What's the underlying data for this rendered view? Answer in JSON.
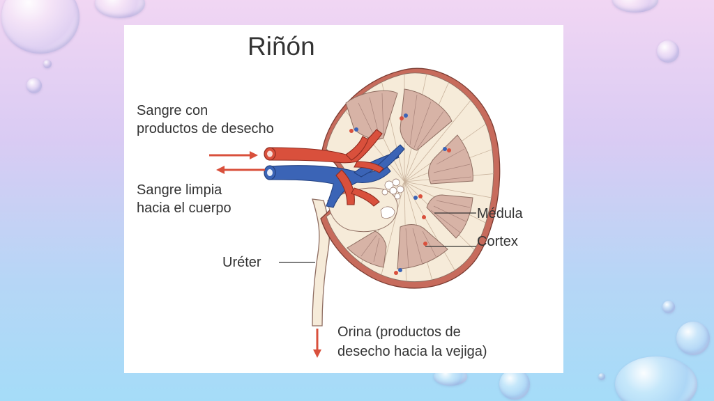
{
  "diagram": {
    "title": "Riñón",
    "labels": {
      "blood_in_line1": "Sangre con",
      "blood_in_line2": "productos de desecho",
      "blood_out_line1": "Sangre limpia",
      "blood_out_line2": "hacia el cuerpo",
      "medulla": "Médula",
      "cortex": "Cortex",
      "ureter": "Uréter",
      "urine_line1": "Orina (productos de",
      "urine_line2": "desecho hacia la vejiga)"
    }
  },
  "colors": {
    "artery": "#d9503c",
    "vein": "#3b64b6",
    "capsule": "#c76b5c",
    "cortex": "#f6ebd9",
    "pyramid": "#d7b3a6",
    "arrow": "#d9503c",
    "text": "#333333"
  }
}
